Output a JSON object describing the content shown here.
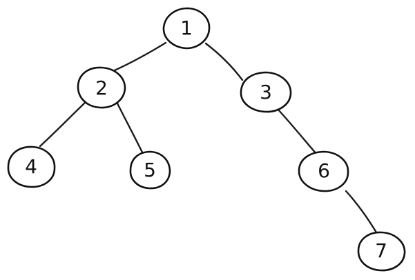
{
  "tree": {
    "nodes": [
      {
        "id": "1",
        "label": "1"
      },
      {
        "id": "2",
        "label": "2"
      },
      {
        "id": "3",
        "label": "3"
      },
      {
        "id": "4",
        "label": "4"
      },
      {
        "id": "5",
        "label": "5"
      },
      {
        "id": "6",
        "label": "6"
      },
      {
        "id": "7",
        "label": "7"
      }
    ],
    "edges": [
      [
        "1",
        "2"
      ],
      [
        "1",
        "3"
      ],
      [
        "2",
        "4"
      ],
      [
        "2",
        "5"
      ],
      [
        "3",
        "6"
      ],
      [
        "6",
        "7"
      ]
    ]
  }
}
